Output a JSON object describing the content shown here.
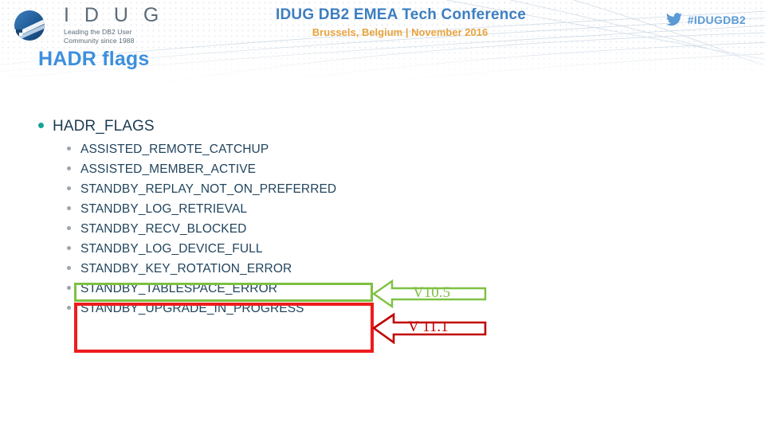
{
  "header": {
    "logo": {
      "word": "I D U G",
      "tagline_line1": "Leading the DB2 User",
      "tagline_line2": "Community since 1988",
      "icon_name": "idug-globe-logo"
    },
    "conference": {
      "title": "IDUG DB2 EMEA Tech Conference",
      "subtitle": "Brussels, Belgium  |  November 2016"
    },
    "social": {
      "icon_name": "twitter-bird-icon",
      "hashtag": "#IDUGDB2"
    }
  },
  "slide": {
    "title": "HADR flags",
    "bullet_top": "HADR_FLAGS",
    "flags": [
      "ASSISTED_REMOTE_CATCHUP",
      "ASSISTED_MEMBER_ACTIVE",
      "STANDBY_REPLAY_NOT_ON_PREFERRED",
      "STANDBY_LOG_RETRIEVAL",
      "STANDBY_RECV_BLOCKED",
      "STANDBY_LOG_DEVICE_FULL",
      "STANDBY_KEY_ROTATION_ERROR",
      "STANDBY_TABLESPACE_ERROR",
      "STANDBY_UPGRADE_IN_PROGRESS"
    ],
    "annotations": [
      {
        "label": "V10.5",
        "color": "#7dc142",
        "points_to": "STANDBY_KEY_ROTATION_ERROR"
      },
      {
        "label": "V 11.1",
        "color": "#c00000",
        "points_to": "STANDBY_TABLESPACE_ERROR, STANDBY_UPGRADE_IN_PROGRESS"
      }
    ]
  },
  "colors": {
    "title_blue": "#3d8fdd",
    "conf_blue": "#3d7ec0",
    "conf_orange": "#e8a33d",
    "bullet_teal": "#17a398",
    "green_box": "#7dc142",
    "red_box": "#ee1c1c"
  }
}
